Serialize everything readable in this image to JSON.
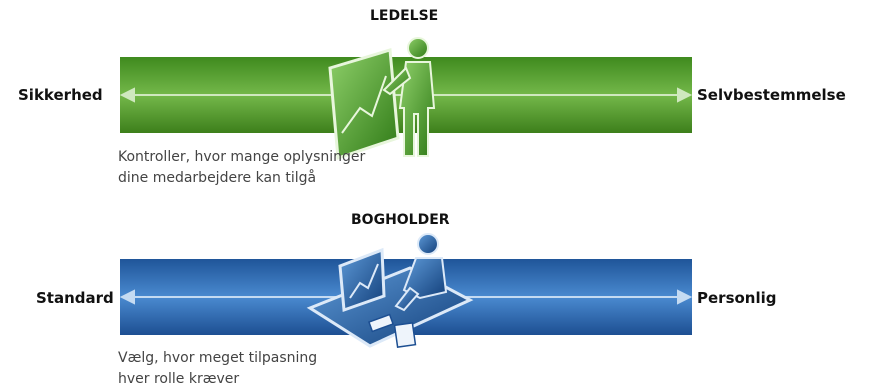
{
  "top": {
    "title": "LEDELSE",
    "left_label": "Sikkerhed",
    "right_label": "Selvbestemmelse",
    "caption_line1": "Kontroller, hvor mange oplysninger",
    "caption_line2": "dine medarbejdere kan tilgå",
    "band_color": "#5a9e2c",
    "figure_icon": "manager-at-board-icon"
  },
  "bottom": {
    "title": "BOGHOLDER",
    "left_label": "Standard",
    "right_label": "Personlig",
    "caption_line1": "Vælg, hvor meget tilpasning",
    "caption_line2": "hver rolle kræver",
    "band_color": "#2f6db5",
    "figure_icon": "accountant-at-desk-icon"
  }
}
